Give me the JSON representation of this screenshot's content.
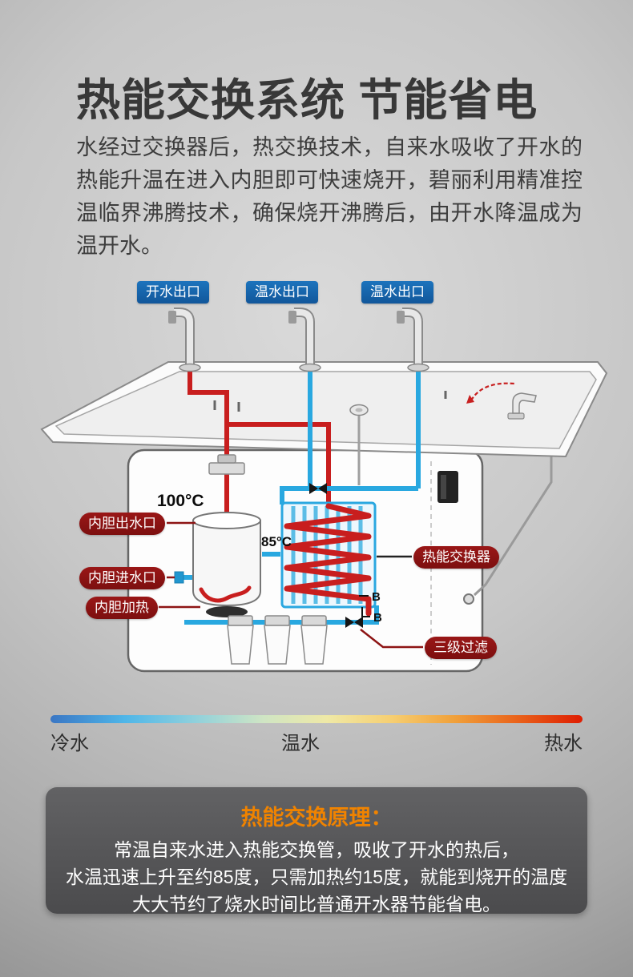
{
  "page": {
    "title": "热能交换系统  节能省电",
    "intro": "水经过交换器后，热交换技术，自来水吸收了开水的热能升温在进入内胆即可快速烧开，碧丽利用精准控温临界沸腾技术，确保烧开沸腾后，由开水降温成为温开水。"
  },
  "diagram": {
    "tap_labels": [
      "开水出口",
      "温水出口",
      "温水出口"
    ],
    "part_labels": {
      "tank_outlet": "内胆出水口",
      "tank_inlet": "内胆进水口",
      "tank_heater": "内胆加热",
      "heat_exchanger": "热能交换器",
      "filter": "三级过滤"
    },
    "temps": {
      "boiling": "100°C",
      "warm": "85°C"
    },
    "markers": {
      "b1": "B",
      "b2": "B"
    },
    "colors": {
      "hot_pipe": "#c81e1e",
      "cold_pipe": "#29a8e0",
      "label_red": "#8d1414",
      "label_blue": "#1566ad"
    }
  },
  "scale": {
    "cold": "冷水",
    "warm": "温水",
    "hot": "热水",
    "gradient": [
      "#3a76c4",
      "#4fb6e8",
      "#cfe5c4",
      "#efe9a6",
      "#f0a03a",
      "#de1d02"
    ]
  },
  "panel": {
    "title": "热能交换原理：",
    "title_color": "#f08300",
    "lines": [
      "常温自来水进入热能交换管，吸收了开水的热后，",
      "水温迅速上升至约85度，只需加热约15度，就能到烧开的温度",
      "大大节约了烧水时间比普通开水器节能省电。"
    ]
  }
}
